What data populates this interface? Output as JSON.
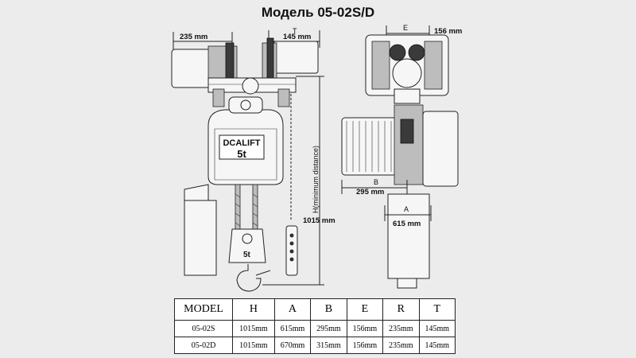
{
  "title": "Модель 05-02S/D",
  "left_view": {
    "dim_r": "235 mm",
    "dim_t_letter": "T",
    "dim_t": "145 mm",
    "brand": "DCALIFT",
    "capacity": "5t",
    "hook_capacity": "5t"
  },
  "right_view": {
    "dim_e_letter": "E",
    "dim_e": "156 mm",
    "dim_b_letter": "B",
    "dim_b": "295 mm",
    "dim_a_letter": "A",
    "dim_a": "615 mm",
    "dim_h_label": "H(minimum distance)",
    "dim_h": "1015 mm"
  },
  "table": {
    "headers": [
      "MODEL",
      "H",
      "A",
      "B",
      "E",
      "R",
      "T"
    ],
    "rows": [
      [
        "05-02S",
        "1015mm",
        "615mm",
        "295mm",
        "156mm",
        "235mm",
        "145mm"
      ],
      [
        "05-02D",
        "1015mm",
        "670mm",
        "315mm",
        "156mm",
        "235mm",
        "145mm"
      ]
    ]
  }
}
